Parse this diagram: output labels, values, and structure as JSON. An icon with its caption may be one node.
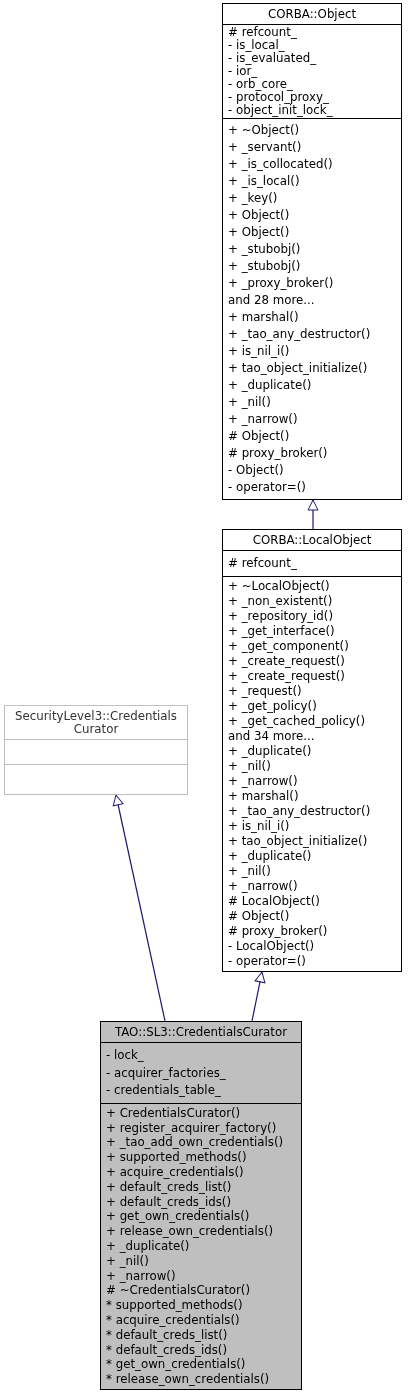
{
  "diagram": {
    "nodes": [
      {
        "text": [
          "CORBA::Object"
        ]
      },
      {
        "text": [
          "# refcount_",
          "- is_local_",
          "- is_evaluated_",
          "- ior_",
          "- orb_core_",
          "- protocol_proxy_",
          "- object_init_lock_"
        ],
        "in": 0
      },
      {
        "text": [
          "+ ~Object()",
          "+ _servant()",
          "+ _is_collocated()",
          "+ _is_local()",
          "+ _key()",
          "+ Object()",
          "+ Object()",
          "+ _stubobj()",
          "+ _stubobj()",
          "+ _proxy_broker()",
          "and 28 more...",
          "+ marshal()",
          "+ _tao_any_destructor()",
          "+ is_nil_i()",
          "+ tao_object_initialize()",
          "+ _duplicate()",
          "+ _nil()",
          "+ _narrow()",
          "# Object()",
          "# proxy_broker()",
          "- Object()",
          "- operator=()"
        ],
        "in": 0
      },
      {
        "text": [
          "CORBA::LocalObject"
        ]
      },
      {
        "text": [
          "# refcount_"
        ],
        "in": 3
      },
      {
        "text": [
          "+ ~LocalObject()",
          "+ _non_existent()",
          "+ _repository_id()",
          "+ _get_interface()",
          "+ _get_component()",
          "+ _create_request()",
          "+ _create_request()",
          "+ _request()",
          "+ _get_policy()",
          "+ _get_cached_policy()",
          "and 34 more...",
          "+ _duplicate()",
          "+ _nil()",
          "+ _narrow()",
          "+ marshal()",
          "+ _tao_any_destructor()",
          "+ is_nil_i()",
          "+ tao_object_initialize()",
          "+ _duplicate()",
          "+ _nil()",
          "+ _narrow()",
          "# LocalObject()",
          "# Object()",
          "# proxy_broker()",
          "- LocalObject()",
          "- operator=()"
        ],
        "in": 3
      },
      {
        "text": [
          "SecurityLevel3::Credentials Curator"
        ]
      },
      {
        "text": [],
        "shape": "box",
        "in": 6
      },
      {
        "text": [],
        "shape": "box",
        "in": 6
      },
      {
        "text": [
          "TAO::SL3::CredentialsCurator"
        ]
      },
      {
        "text": [
          "- lock_",
          "- acquirer_factories_",
          "- credentials_table_"
        ],
        "in": 9
      },
      {
        "text": [
          "+ CredentialsCurator()",
          "+ register_acquirer_factory()",
          "+ _tao_add_own_credentials()",
          "+ supported_methods()",
          "+ acquire_credentials()",
          "+ default_creds_list()",
          "+ default_creds_ids()",
          "+ get_own_credentials()",
          "+ release_own_credentials()",
          "+ _duplicate()",
          "+ _nil()",
          "+ _narrow()",
          "# ~CredentialsCurator()",
          "* supported_methods()",
          "* acquire_credentials()",
          "* default_creds_list()",
          "* default_creds_ids()",
          "* get_own_credentials()",
          "* release_own_credentials()"
        ],
        "in": 9
      }
    ],
    "edges": [
      {
        "from": 3,
        "to": 0,
        "arrow": "to"
      },
      {
        "from": 9,
        "to": 6,
        "arrow": "to"
      },
      {
        "from": 9,
        "to": 3,
        "arrow": "to"
      }
    ]
  }
}
